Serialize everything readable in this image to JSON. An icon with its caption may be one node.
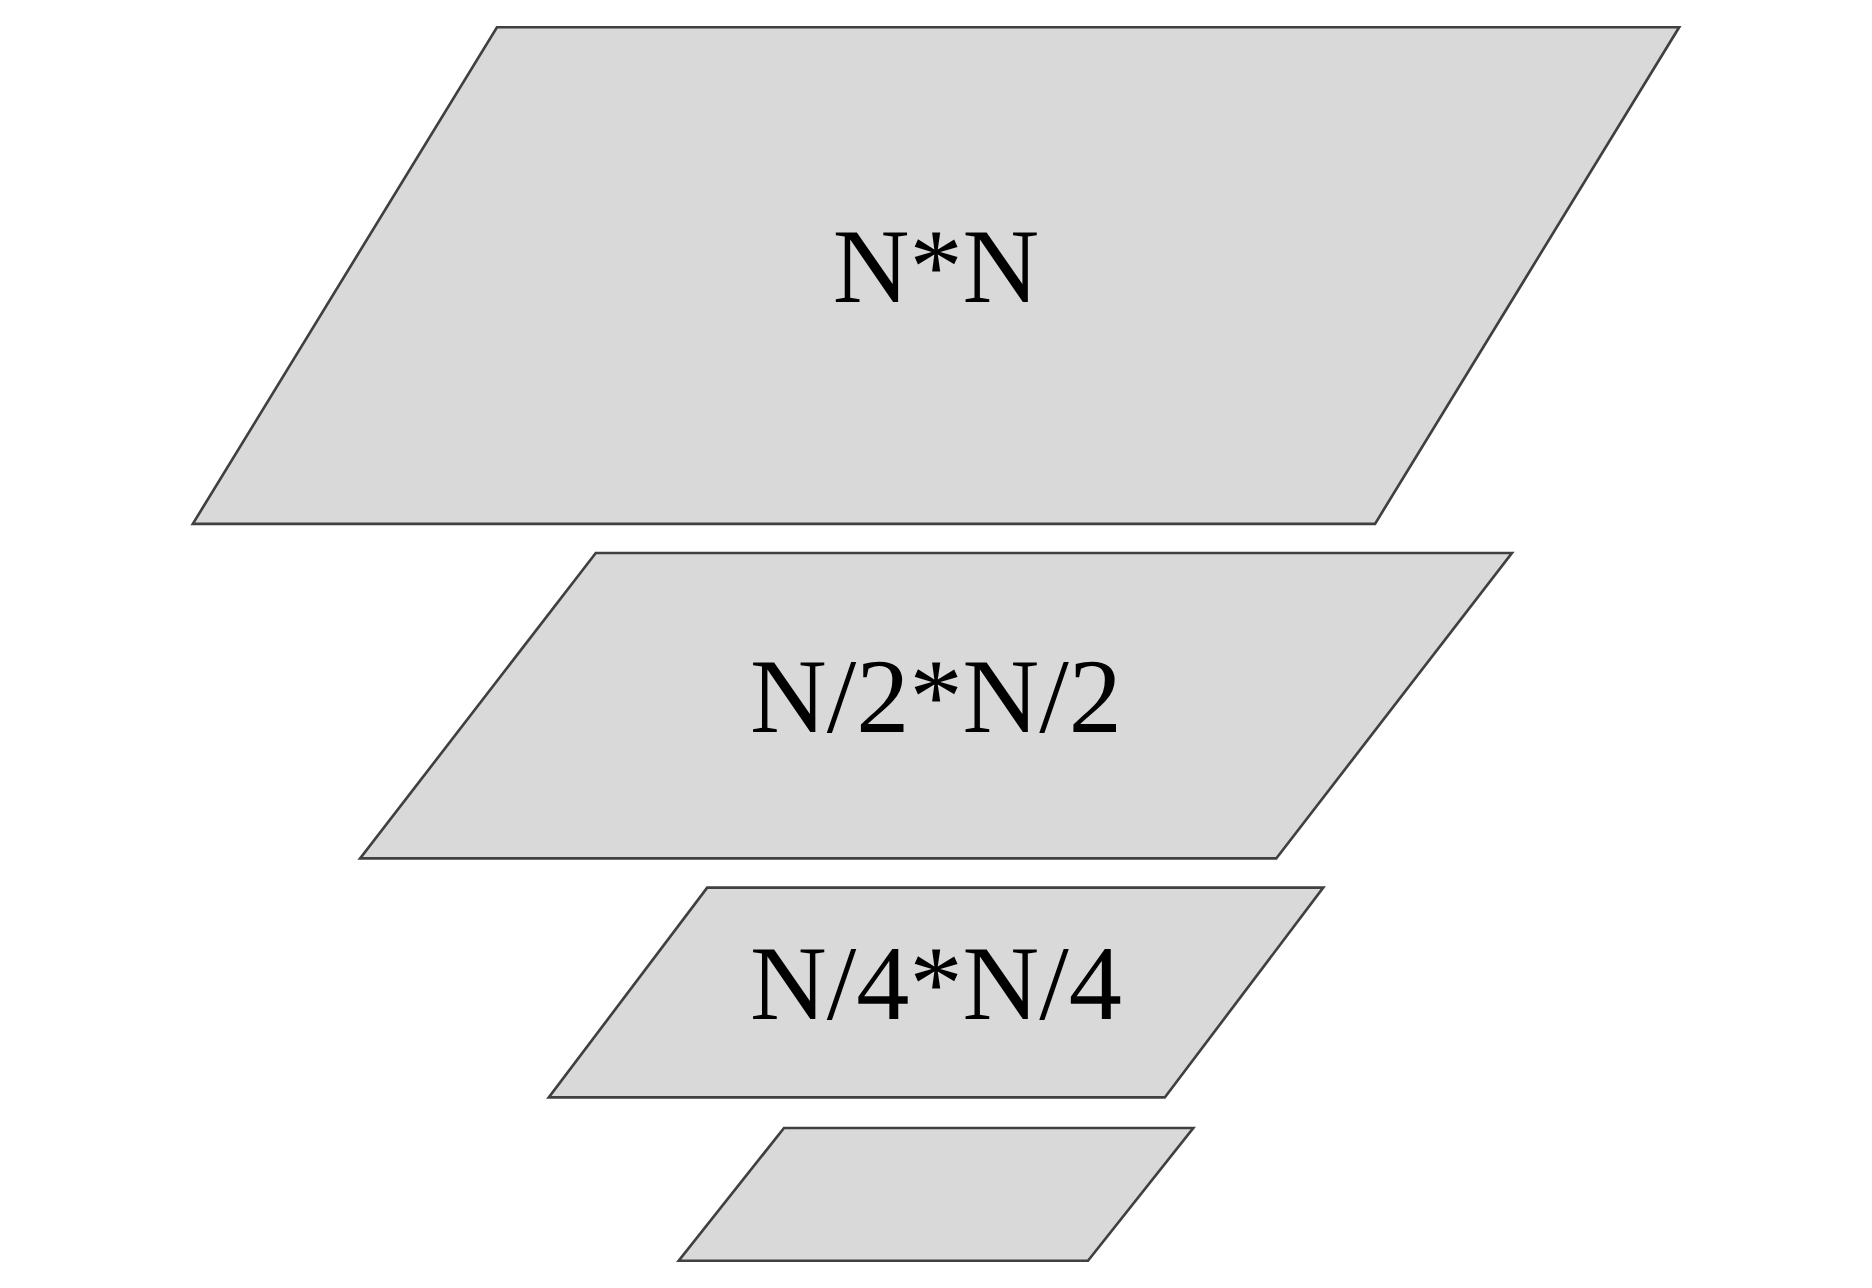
{
  "diagram": {
    "nodes": [
      {
        "text": [],
        "shape": "parallelogram"
      },
      {
        "text": [
          "N/4*N/4"
        ]
      },
      {
        "text": [
          "N/2*N/2"
        ]
      },
      {
        "text": [
          "N*N"
        ]
      }
    ]
  }
}
